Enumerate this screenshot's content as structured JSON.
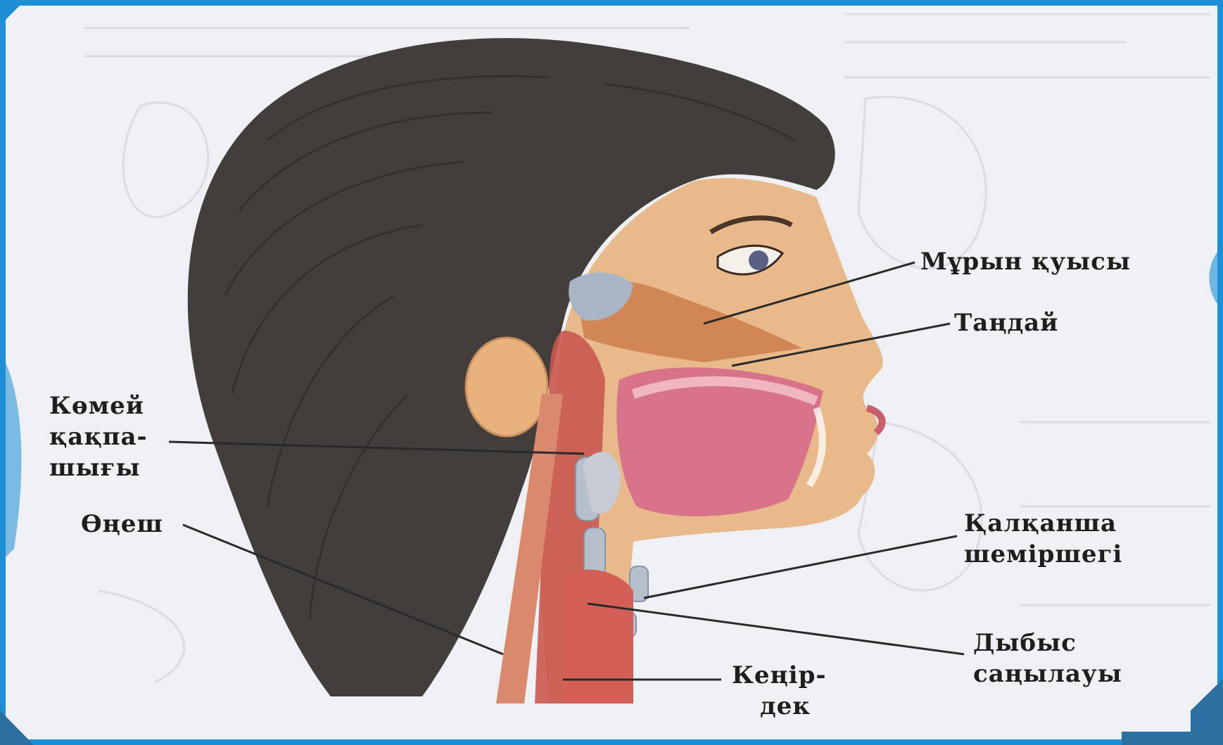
{
  "labels": {
    "nasal_cavity": "Мұрын қуысы",
    "palate": "Таңдай",
    "epiglottis": [
      "Көмей",
      "қақпа-",
      "шығы"
    ],
    "esophagus": "Өңеш",
    "thyroid_cartilage": [
      "Қалқанша",
      "шеміршегі"
    ],
    "glottis": [
      "Дыбыс",
      "саңылауы"
    ],
    "trachea": [
      "Кеңір-",
      "дек"
    ]
  },
  "colors": {
    "frame": "#1d8fd6",
    "hair": "#3f3c3a",
    "skin": "#e8b98a",
    "mouth": "#d9738a",
    "throat": "#c9584f",
    "bone": "#a9b4c6",
    "leader_line": "#2a2a2a"
  }
}
